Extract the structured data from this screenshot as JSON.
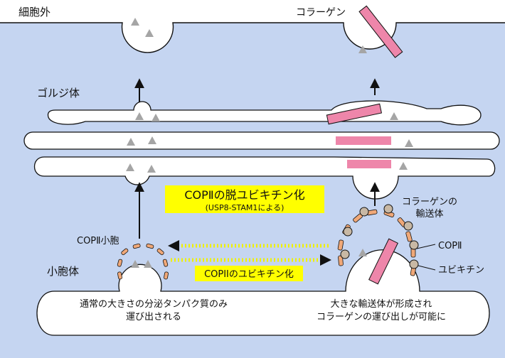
{
  "labels": {
    "extracellular": "細胞外",
    "collagen": "コラーゲン",
    "golgi": "ゴルジ体",
    "deubiq_title": "COPⅡの脱ユビキチン化",
    "deubiq_sub": "(USP8-STAM1による)",
    "collagen_carrier_line1": "コラーゲンの",
    "collagen_carrier_line2": "輸送体",
    "copii_vesicle": "COPⅡ小胞",
    "copii": "COPⅡ",
    "er": "小胞体",
    "copii_ubiq": "COPIIのユビキチン化",
    "ubiquitin": "ユビキチン",
    "normal_line1": "通常の大きさの分泌タンパク質のみ",
    "normal_line2": "運び出される",
    "large_line1": "大きな輸送体が形成され",
    "large_line2": "コラーゲンの運び出しが可能に"
  },
  "colors": {
    "cytoplasm": "#c5d5f1",
    "collagen": "#ee86aa",
    "cargo": "#a5a5a5",
    "copii_coat": "#f0a878",
    "ubiquitin": "#c8b8a4",
    "highlight": "#ffff00",
    "arrow_dots": "#f0f000"
  }
}
